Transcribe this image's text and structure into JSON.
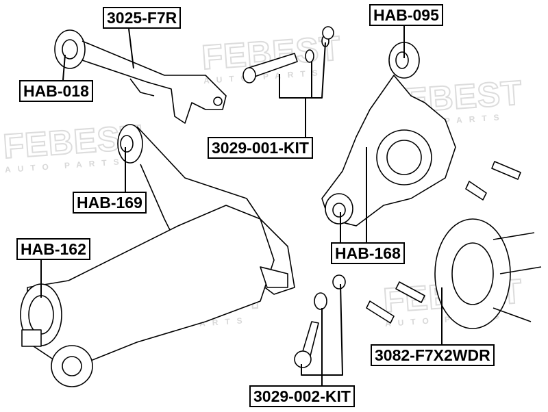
{
  "watermark": {
    "brand": "FEBEST",
    "tagline": "AUTO PARTS"
  },
  "labels": {
    "arm_upper": "3025-F7R",
    "knuckle_top": "HAB-095",
    "arm_bushing": "HAB-018",
    "bolt_kit_1": "3029-001-KIT",
    "arm_bushing_2": "HAB-169",
    "subframe_bushing": "HAB-162",
    "knuckle_bushing": "HAB-168",
    "hub": "3082-F7X2WDR",
    "bolt_kit_2": "3029-002-KIT"
  },
  "colors": {
    "line": "#000000",
    "watermark": "#e0e0e0"
  }
}
